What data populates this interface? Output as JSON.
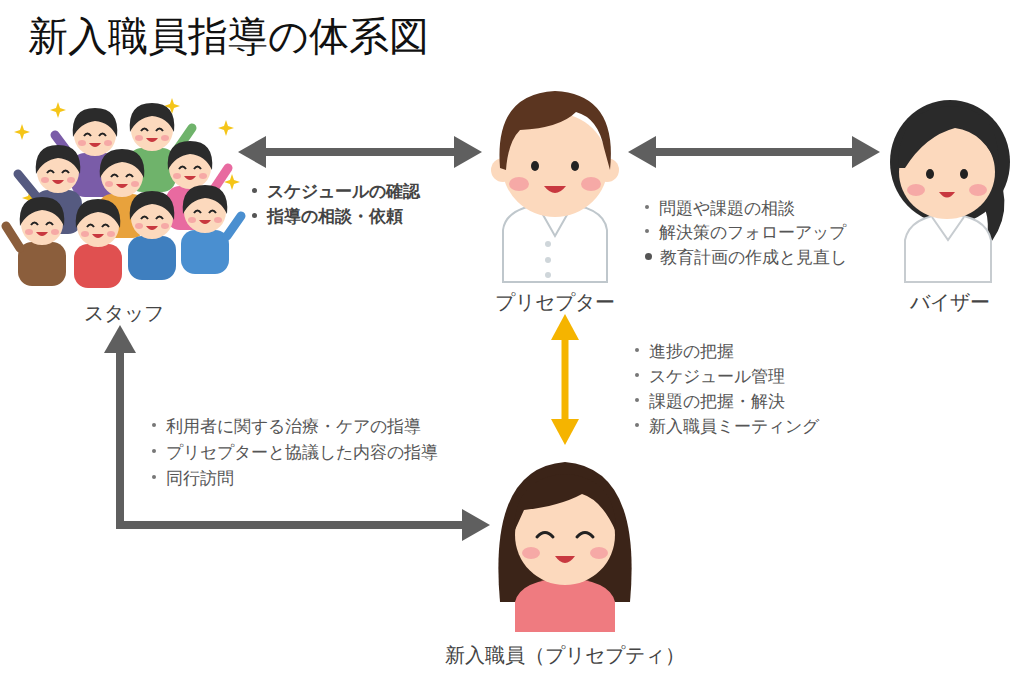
{
  "diagram": {
    "title": "新入職員指導の体系図",
    "nodes": [
      {
        "text": [
          "スタッフ"
        ]
      },
      {
        "text": [
          "プリセプター"
        ]
      },
      {
        "text": [
          "バイザー"
        ]
      },
      {
        "text": [
          "新入職員（プリセプティ）"
        ]
      }
    ],
    "edges": [
      {
        "from": 0,
        "to": 1,
        "arrow": "both"
      },
      {
        "from": 1,
        "to": 2,
        "arrow": "both"
      },
      {
        "from": 1,
        "to": 3,
        "arrow": "both"
      },
      {
        "from": 0,
        "to": 3,
        "arrow": "both"
      }
    ],
    "labels": [
      "スケジュールの確認",
      "指導の相談・依頼",
      "問題や課題の相談",
      "解決策のフォローアップ",
      "教育計画の作成と見直し",
      "進捗の把握",
      "スケジュール管理",
      "課題の把握・解決",
      "新入職員ミーティング",
      "利用者に関する治療・ケアの指導",
      "プリセプターと協議した内容の指導",
      "同行訪問"
    ]
  }
}
